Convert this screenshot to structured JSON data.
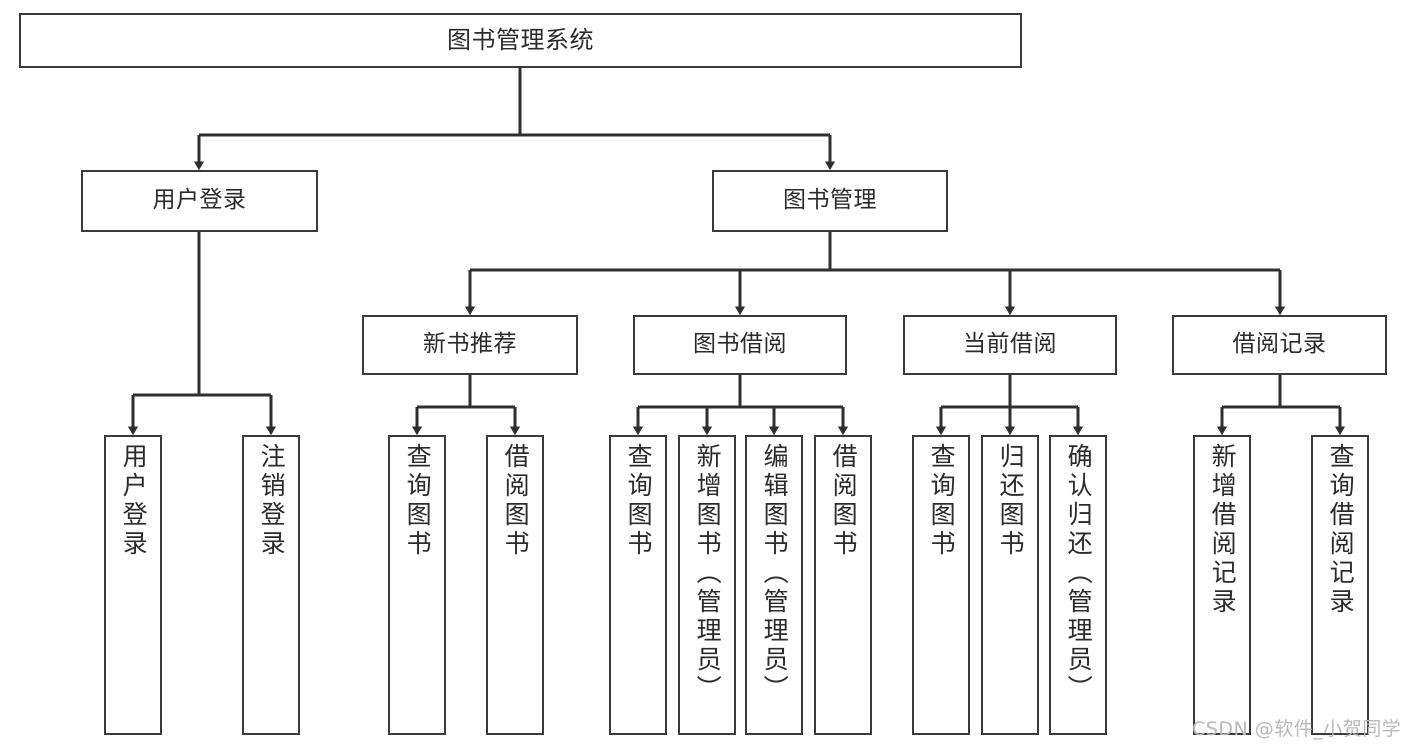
{
  "diagram": {
    "title": "图书管理系统",
    "type": "hierarchy-tree",
    "colors": {
      "box_border": "#3a3a3a",
      "box_fill": "#ffffff",
      "connector": "#2f2f2f",
      "text": "#2b2b2b",
      "watermark": "#b9b9b9"
    },
    "levels": [
      {
        "level": 1,
        "nodes": [
          {
            "id": "root",
            "label": "图书管理系统",
            "orientation": "horizontal"
          }
        ]
      },
      {
        "level": 2,
        "nodes": [
          {
            "id": "login",
            "label": "用户登录",
            "orientation": "horizontal"
          },
          {
            "id": "bookmgmt",
            "label": "图书管理",
            "orientation": "horizontal"
          }
        ]
      },
      {
        "level": 3,
        "nodes": [
          {
            "id": "newbook",
            "label": "新书推荐",
            "orientation": "horizontal"
          },
          {
            "id": "borrow",
            "label": "图书借阅",
            "orientation": "horizontal"
          },
          {
            "id": "current",
            "label": "当前借阅",
            "orientation": "horizontal"
          },
          {
            "id": "records",
            "label": "借阅记录",
            "orientation": "horizontal"
          }
        ]
      },
      {
        "level": 4,
        "nodes": [
          {
            "id": "leaf-user-login",
            "label": "用户登录",
            "parent": "login",
            "orientation": "vertical"
          },
          {
            "id": "leaf-user-logout",
            "label": "注销登录",
            "parent": "login",
            "orientation": "vertical"
          },
          {
            "id": "leaf-nb-query",
            "label": "查询图书",
            "parent": "newbook",
            "orientation": "vertical"
          },
          {
            "id": "leaf-nb-borrow",
            "label": "借阅图书",
            "parent": "newbook",
            "orientation": "vertical"
          },
          {
            "id": "leaf-bo-query",
            "label": "查询图书",
            "parent": "borrow",
            "orientation": "vertical"
          },
          {
            "id": "leaf-bo-add",
            "label": "新增图书（管理员）",
            "parent": "borrow",
            "orientation": "vertical"
          },
          {
            "id": "leaf-bo-edit",
            "label": "编辑图书（管理员）",
            "parent": "borrow",
            "orientation": "vertical"
          },
          {
            "id": "leaf-bo-borrow",
            "label": "借阅图书",
            "parent": "borrow",
            "orientation": "vertical"
          },
          {
            "id": "leaf-cu-query",
            "label": "查询图书",
            "parent": "current",
            "orientation": "vertical"
          },
          {
            "id": "leaf-cu-return",
            "label": "归还图书",
            "parent": "current",
            "orientation": "vertical"
          },
          {
            "id": "leaf-cu-confirm",
            "label": "确认归还（管理员）",
            "parent": "current",
            "orientation": "vertical"
          },
          {
            "id": "leaf-re-add",
            "label": "新增借阅记录",
            "parent": "records",
            "orientation": "vertical"
          },
          {
            "id": "leaf-re-query",
            "label": "查询借阅记录",
            "parent": "records",
            "orientation": "vertical"
          }
        ]
      }
    ],
    "watermark": "CSDN @软件_小贺同学"
  }
}
